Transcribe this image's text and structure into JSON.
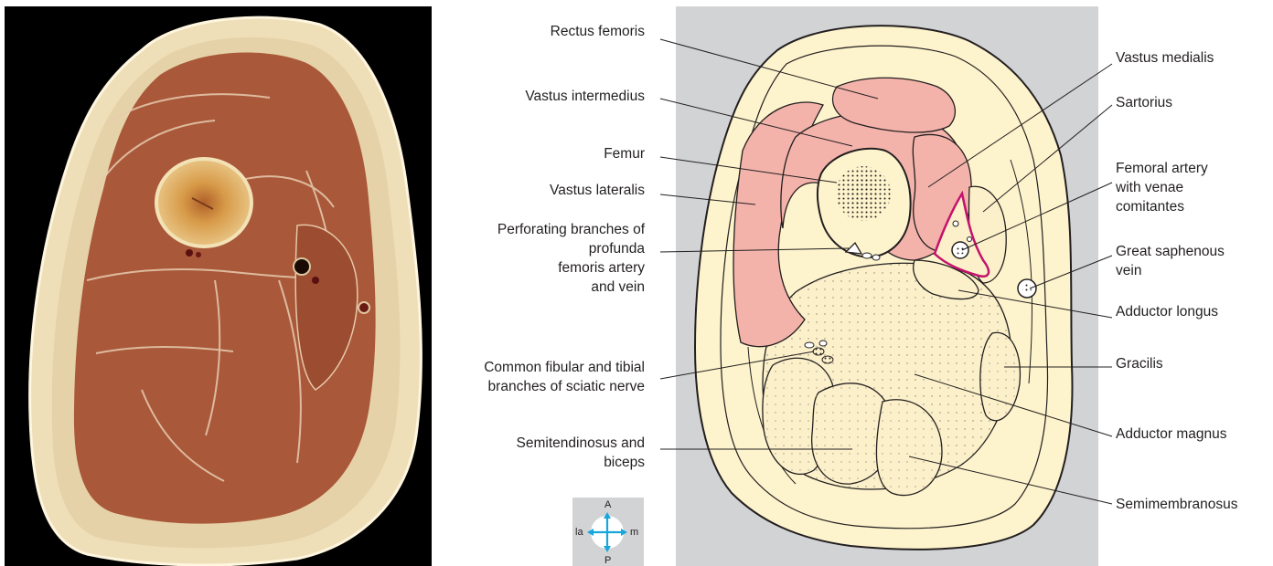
{
  "labels_left": [
    {
      "id": "rectus-femoris",
      "text": "Rectus femoris"
    },
    {
      "id": "vastus-intermedius",
      "text": "Vastus intermedius"
    },
    {
      "id": "femur",
      "text": "Femur"
    },
    {
      "id": "vastus-lateralis",
      "text": "Vastus lateralis"
    },
    {
      "id": "perforating-branches",
      "lines": [
        "Perforating branches of",
        "profunda",
        "femoris artery",
        "and vein"
      ]
    },
    {
      "id": "sciatic-nerve",
      "lines": [
        "Common fibular and tibial",
        "branches of sciatic nerve"
      ]
    },
    {
      "id": "semitendinosus",
      "lines": [
        "Semitendinosus and",
        "biceps"
      ]
    }
  ],
  "labels_right": [
    {
      "id": "vastus-medialis",
      "text": "Vastus medialis"
    },
    {
      "id": "sartorius",
      "text": "Sartorius"
    },
    {
      "id": "femoral-artery",
      "lines": [
        "Femoral artery",
        "with venae",
        "comitantes"
      ]
    },
    {
      "id": "great-saphenous",
      "lines": [
        "Great saphenous",
        "vein"
      ]
    },
    {
      "id": "adductor-longus",
      "text": "Adductor longus"
    },
    {
      "id": "gracilis",
      "text": "Gracilis"
    },
    {
      "id": "adductor-magnus",
      "text": "Adductor magnus"
    },
    {
      "id": "semimembranosus",
      "text": "Semimembranosus"
    }
  ],
  "compass": {
    "top": "A",
    "bottom": "P",
    "left": "la",
    "right": "m"
  },
  "colors": {
    "muscle_red": "#f3b3aa",
    "muscle_pale": "#fbf0c9",
    "fat": "#fdf3cc",
    "diagram_bg": "#d2d3d5",
    "vessel_outline": "#c4126c",
    "arrow": "#16a7dc",
    "photo_muscle": "#a9583a",
    "photo_fat": "#efdfb9"
  }
}
